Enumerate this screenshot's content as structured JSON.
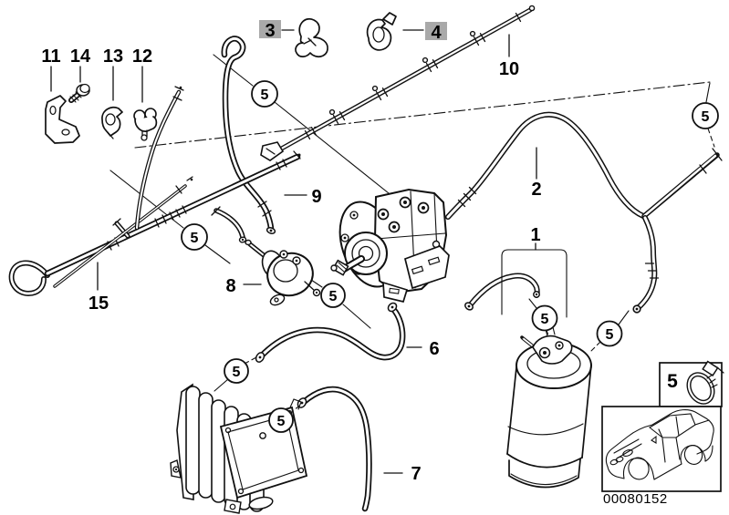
{
  "diagram": {
    "image_code": "00080152",
    "highlight_color": "#a9a9a9",
    "highlighted_labels": [
      "3",
      "4"
    ],
    "clamp_callout": "5",
    "line_color": "#111111",
    "background": "#ffffff"
  },
  "part_labels": {
    "n1": "1",
    "n2": "2",
    "n3": "3",
    "n4": "4",
    "n5": "5",
    "n6": "6",
    "n7": "7",
    "n8": "8",
    "n9": "9",
    "n10": "10",
    "n11": "11",
    "n12": "12",
    "n13": "13",
    "n14": "14",
    "n15": "15"
  }
}
